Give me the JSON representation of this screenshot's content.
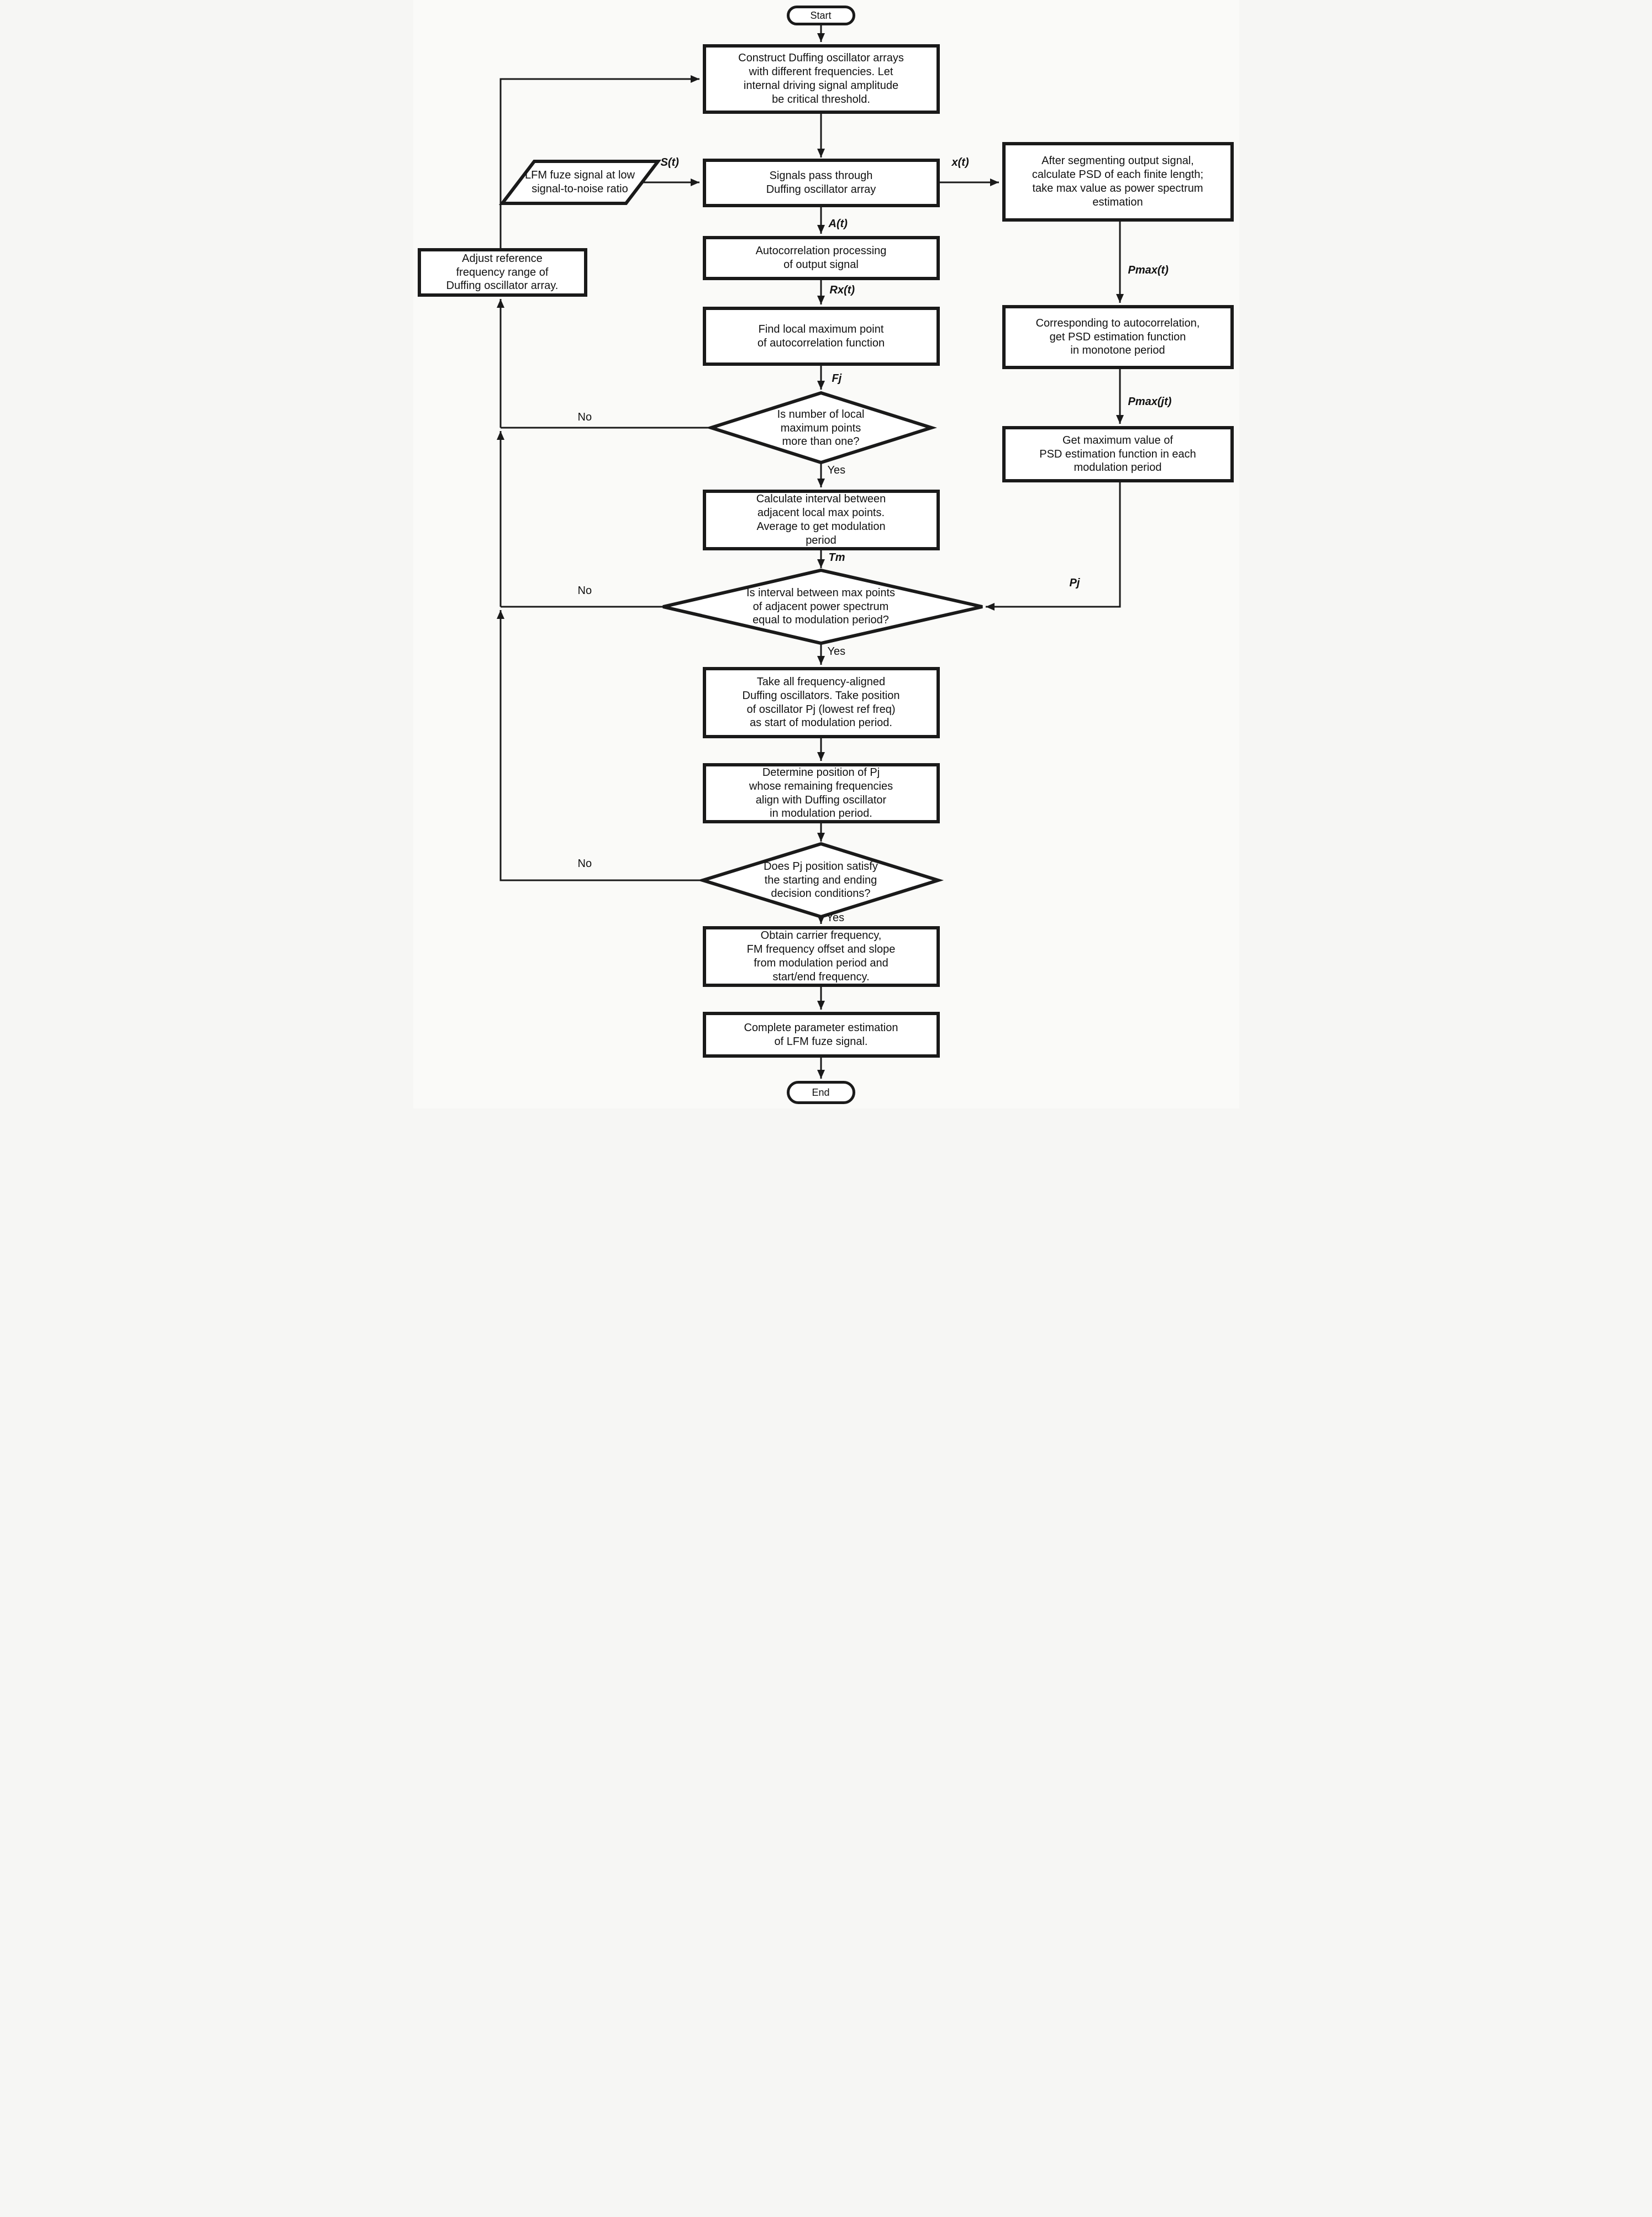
{
  "nodes": {
    "start": {
      "label": "Start"
    },
    "construct": {
      "label": "Construct Duffing oscillator arrays\nwith different frequencies. Let\ninternal driving signal amplitude\nbe critical threshold."
    },
    "lfm_input": {
      "label": "LFM fuze signal at low\nsignal-to-noise ratio"
    },
    "signals_pass": {
      "label": "Signals pass through\nDuffing oscillator array"
    },
    "psd_segment": {
      "label": "After segmenting output signal,\ncalculate PSD of each finite length;\ntake max value as power spectrum\nestimation"
    },
    "autocorrelation": {
      "label": "Autocorrelation processing\nof output signal"
    },
    "find_local_max": {
      "label": "Find local maximum point\nof autocorrelation function"
    },
    "psd_monotone": {
      "label": "Corresponding to autocorrelation,\nget PSD estimation function\nin monotone period"
    },
    "psd_max": {
      "label": "Get maximum value of\nPSD estimation function in each\nmodulation period"
    },
    "decision_local_max": {
      "label": "Is number of local\nmaximum points\nmore than one?"
    },
    "calc_interval": {
      "label": "Calculate interval between\nadjacent local max points.\nAverage to get modulation\nperiod"
    },
    "decision_interval": {
      "label": "Is interval between max points\nof adjacent power spectrum\nequal to modulation period?"
    },
    "adjust_reference": {
      "label": "Adjust reference\nfrequency range of\nDuffing oscillator array."
    },
    "take_oscillators": {
      "label": "Take all frequency-aligned\nDuffing oscillators. Take position\nof oscillator Pj (lowest ref freq)\nas start of modulation period."
    },
    "determine_position": {
      "label": "Determine position of Pj\nwhose remaining frequencies\nalign with Duffing oscillator\nin modulation period."
    },
    "decision_position": {
      "label": "Does Pj position satisfy\nthe starting and ending\ndecision conditions?"
    },
    "obtain_params": {
      "label": "Obtain carrier frequency,\nFM frequency offset and slope\nfrom modulation period and\nstart/end frequency."
    },
    "complete": {
      "label": "Complete parameter estimation\nof LFM fuze signal."
    },
    "end": {
      "label": "End"
    }
  },
  "edge_labels": {
    "st": "S(t)",
    "xt": "x(t)",
    "at": "A(t)",
    "rxt": "Rx(t)",
    "fj": "Fj",
    "tm": "Tm",
    "pj": "Pj",
    "pmax_t": "Pmax(t)",
    "pmax_jt": "Pmax(jt)",
    "yes1": "Yes",
    "yes2": "Yes",
    "yes3": "Yes",
    "no1": "No",
    "no2": "No",
    "no3": "No"
  },
  "colors": {
    "stroke": "#1a1a1a",
    "node_fill": "#ffffff",
    "background": "#fafaf8",
    "text": "#111111"
  }
}
